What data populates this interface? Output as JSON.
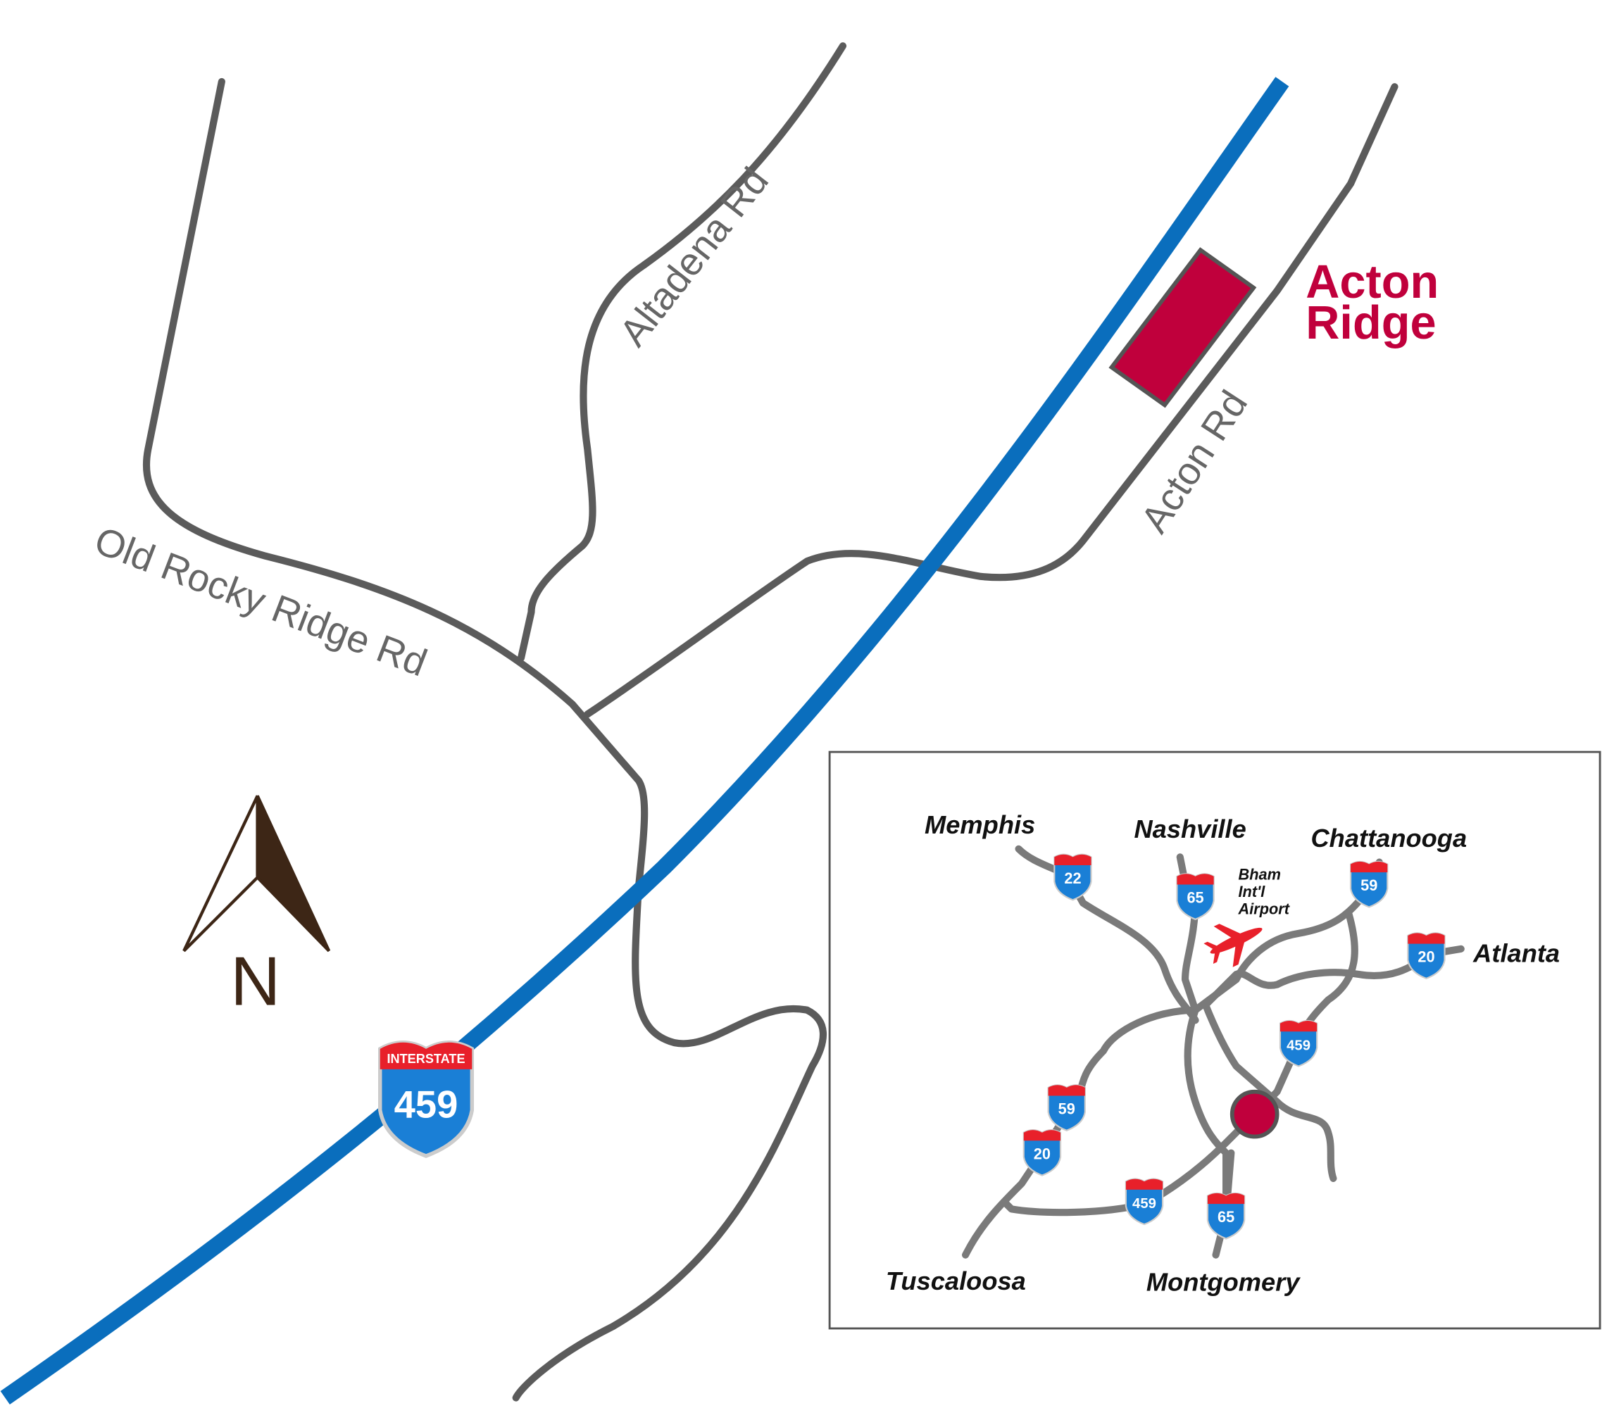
{
  "map": {
    "site_name_line1": "Acton",
    "site_name_line2": "Ridge",
    "roads": {
      "old_rocky_ridge": "Old Rocky Ridge Rd",
      "altadena": "Altadena Rd",
      "acton": "Acton Rd"
    },
    "interstate_shield": {
      "header": "INTERSTATE",
      "number": "459"
    },
    "north_label": "N",
    "colors": {
      "site": "#c0003c",
      "interstate": "#0a6ebd",
      "road": "#5b5b5b",
      "north": "#3d2616"
    }
  },
  "inset": {
    "cities": {
      "memphis": "Memphis",
      "nashville": "Nashville",
      "chattanooga": "Chattanooga",
      "atlanta": "Atlanta",
      "tuscaloosa": "Tuscaloosa",
      "montgomery": "Montgomery"
    },
    "airport": {
      "line1": "Bham",
      "line2": "Int'l",
      "line3": "Airport"
    },
    "shields": [
      "22",
      "65",
      "59",
      "20",
      "459",
      "59",
      "20",
      "459",
      "65"
    ]
  }
}
